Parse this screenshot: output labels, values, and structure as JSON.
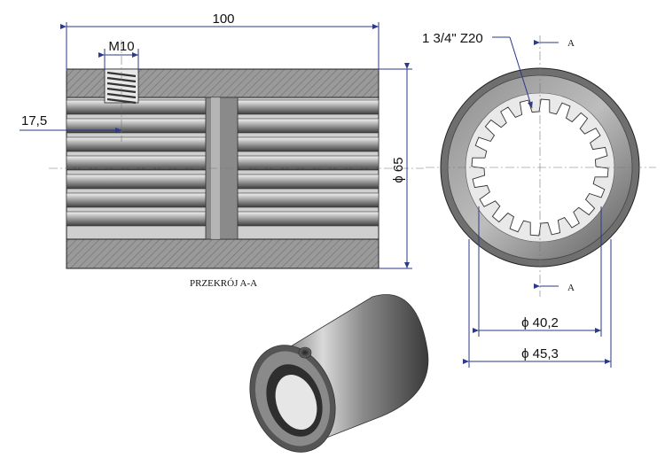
{
  "drawing": {
    "dim_length": "100",
    "dim_thread": "M10",
    "dim_hole_pos": "17,5",
    "dim_outer_dia": "ϕ 65",
    "spline_spec": "1 3/4\" Z20",
    "section_mark": "A",
    "section_label": "PRZEKRÓJ A-A",
    "dim_inner_dia": "ϕ 40,2",
    "dim_root_dia": "ϕ 45,3"
  }
}
